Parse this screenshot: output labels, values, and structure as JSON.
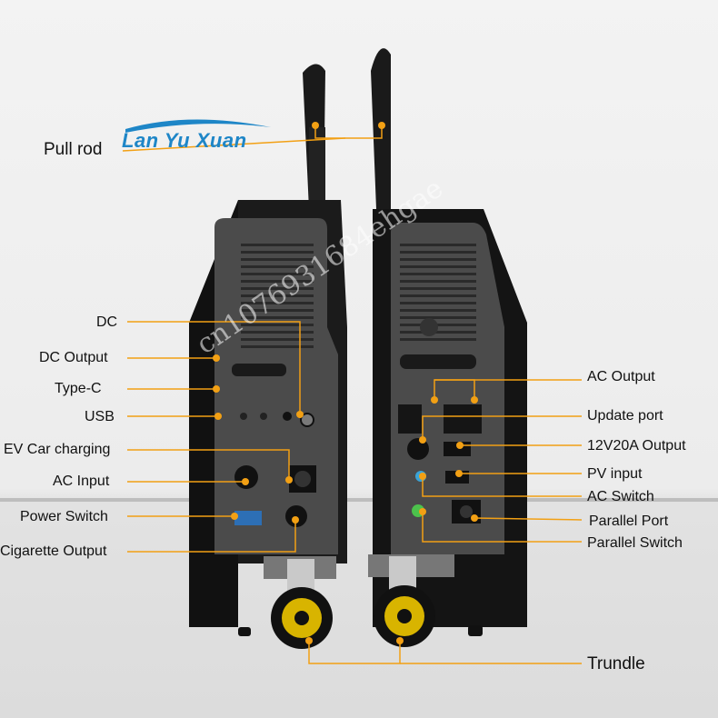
{
  "colors": {
    "accent": "#f2a014",
    "panel": "#4a4a4a",
    "body": "#1c1c1c"
  },
  "logo": {
    "text": "Lan Yu Xuan"
  },
  "watermark": {
    "text": "cn1076931684ehgae"
  },
  "labels_left": {
    "pull_rod": "Pull rod",
    "dc": "DC",
    "dc_output": "DC Output",
    "type_c": "Type-C",
    "usb": "USB",
    "ev_car_charging": "EV Car charging",
    "ac_input": "AC Input",
    "power_switch": "Power Switch",
    "cigarette_output": "Cigarette Output"
  },
  "labels_right": {
    "ac_output": "AC Output",
    "update_port": "Update port",
    "output_12v20a": "12V20A Output",
    "pv_input": "PV input",
    "ac_switch": "AC Switch",
    "parallel_port": "Parallel Port",
    "parallel_switch": "Parallel Switch",
    "trundle": "Trundle"
  }
}
